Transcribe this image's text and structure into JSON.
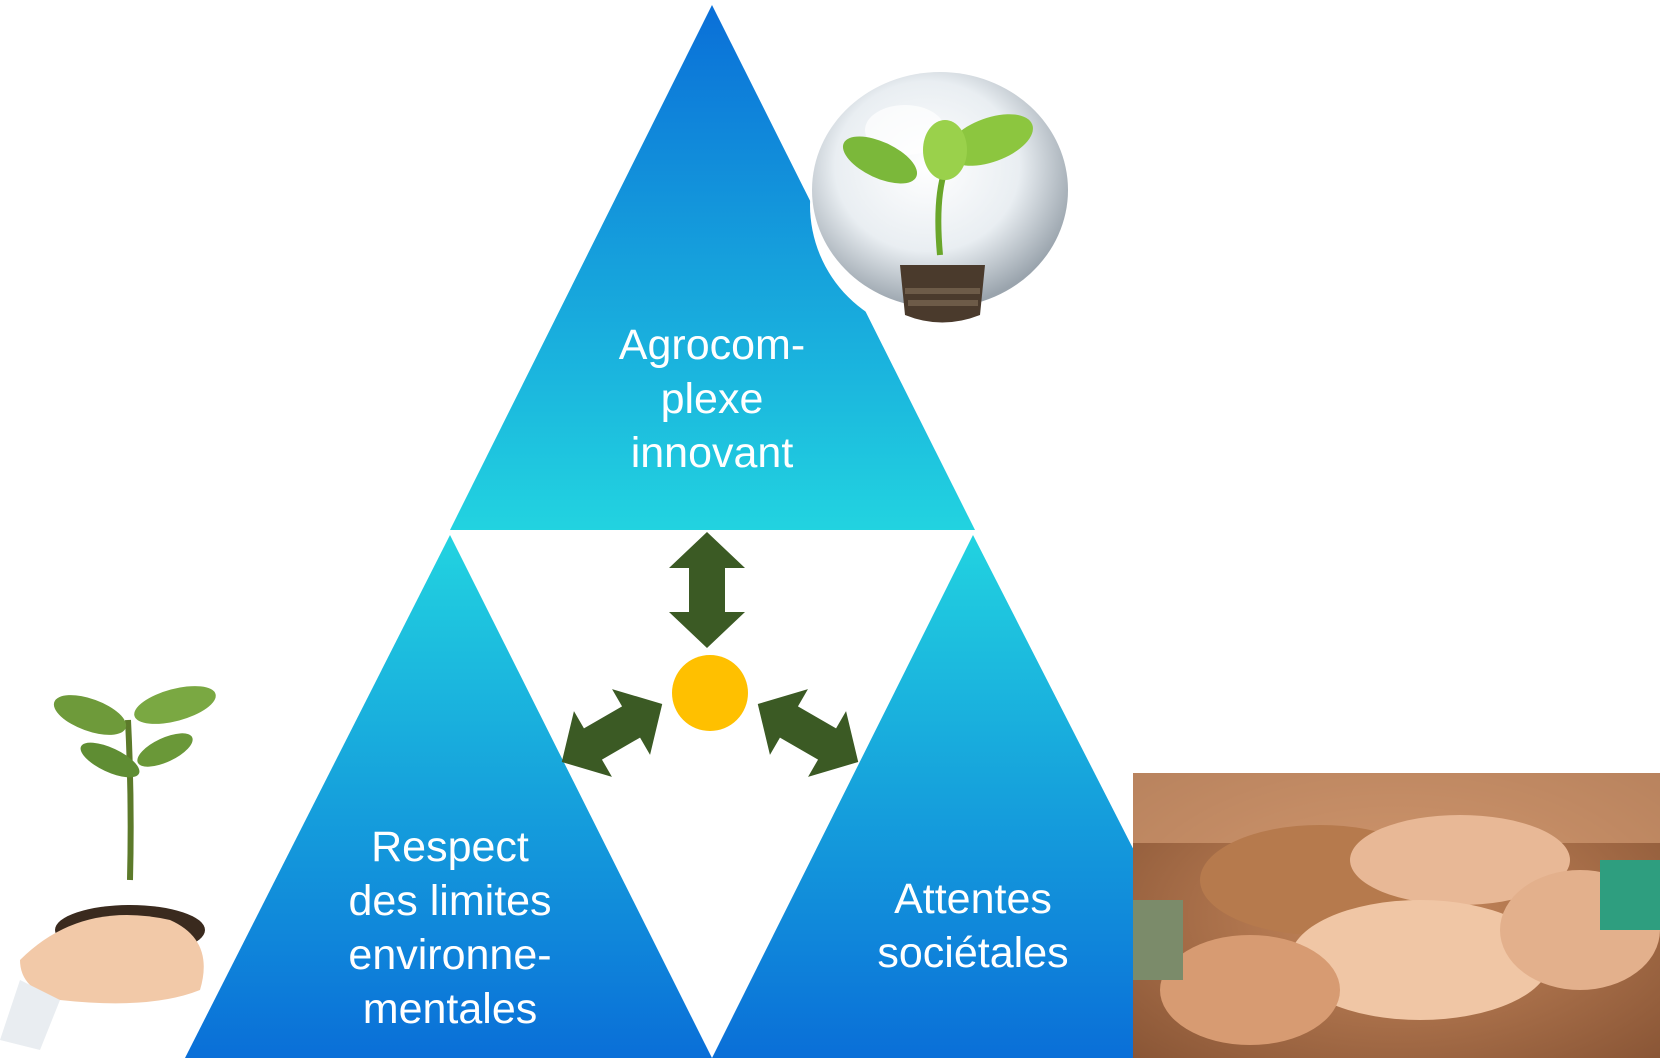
{
  "triangles": {
    "top": {
      "lines": [
        "Agrocom-",
        "plexe",
        "innovant"
      ]
    },
    "left": {
      "lines": [
        "Respect",
        "des limites",
        "environne-",
        "mentales"
      ]
    },
    "right": {
      "lines": [
        "Attentes",
        "sociétales"
      ]
    }
  },
  "colors": {
    "triangle_dark": "#0a6fd8",
    "triangle_light": "#22d3e0",
    "arrow": "#3b5a24",
    "center_dot": "#ffc000"
  },
  "images": {
    "top_right": "lightbulb-plant-photo",
    "bottom_left": "hands-holding-seedling-photo",
    "bottom_right": "stacked-hands-photo"
  }
}
